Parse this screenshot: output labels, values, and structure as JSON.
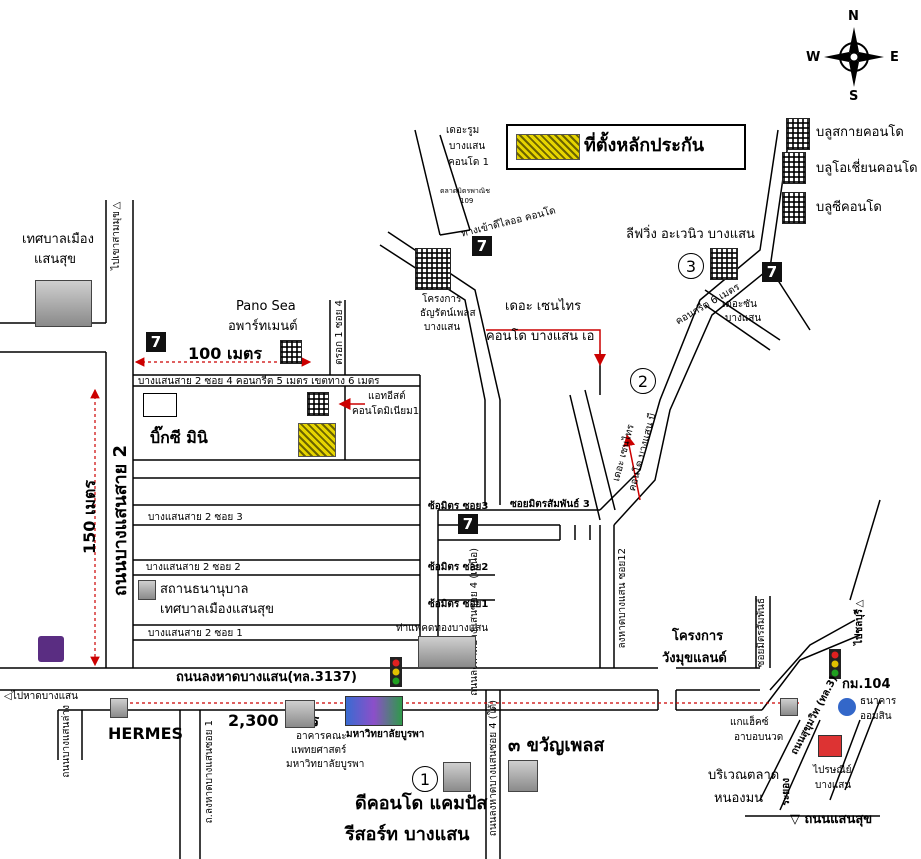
{
  "compass": {
    "n": "N",
    "s": "S",
    "e": "E",
    "w": "W"
  },
  "legend": {
    "text": "ที่ตั้งหลักประกัน",
    "hatch_color": "#e6d400"
  },
  "colors": {
    "road": "#000000",
    "arrow": "#cc0000",
    "hatch": "#e6d400",
    "seven_eleven": "#111111",
    "thai_bank": "#5a2d82"
  },
  "icons": [
    "compass-icon",
    "building-icon",
    "tower-icon",
    "factory-icon",
    "seven-eleven-icon",
    "traffic-light-icon",
    "bank-icon",
    "hatched-plot-icon"
  ],
  "labels": {
    "municipality": "เทศบาลเมือง",
    "saensuk": "แสนสุข",
    "to_khao_sam_muk": "ไปเขาสามมุข▷",
    "pano_sea": "Pano Sea",
    "apartment": "อพาร์ทเมนต์",
    "dist_100": "100 เมตร",
    "soi1_4": "ตรอก 1 ซอย 4",
    "bangsaen2_soi4": "บางแสนสาย 2 ซอย 4  คอนกรีต 5 เมตร เขตทาง 6 เมตร",
    "big_c_mini": "บิ๊กซี มินิ",
    "art_east": "แอทอีสต์",
    "condo_premier": "คอนโดมิเนียม1",
    "dist_150": "150 เมตร",
    "road_bangsaen2": "ถนนบางแสนสาย 2",
    "soi3": "บางแสนสาย 2 ซอย 3",
    "soi2": "บางแสนสาย 2 ซอย 2",
    "soi1": "บางแสนสาย 2 ซอย 1",
    "kindergarten": "สถานธนานุบาล",
    "kindergarten2": "เทศบาลเมืองแสนสุข",
    "long_had_road": "ถนนลงหาดบางแสน(ทล.3137)",
    "to_bangsaen_beach": "◁ไปหาดบางแสน",
    "hermes": "HERMES",
    "bangsaen_line_road": "ถนนบางแสนล่าง",
    "dist_2300": "2,300 เมตร",
    "medical_faculty": "อาคารคณะ",
    "medical_faculty2": "แพทยศาสตร์",
    "medical_faculty3": "มหาวิทยาลัยบูรพา",
    "burapha_univ": "มหาวิทยาลัยบูรพา",
    "long_had_soi1": "ถ.ลงหาดบางแสนซอย 1",
    "d_condo": "ดีคอนโด แคมปัส",
    "resort": "รีสอร์ท บางแสน",
    "long_had_soi4": "ถนนลงหาดบางแสนซอย 4 (ใต้)",
    "kwan_place": "๓ ขวัญเพลส",
    "the_rom": "เดอะรูม",
    "the_rom2": "บางแสน",
    "the_rom3": "คอนโด 1",
    "mini_box": "ตลาดมิตรพาณิช",
    "mini_box2": "109",
    "to_the_rom": "ทางเข้าดีไลออ คอนโด",
    "project_chanya": "โครงการ",
    "project_chanya2": "ธัญรัตน์เพลส",
    "project_chanya3": "บางแสน",
    "the_zenith": "เดอะ เซนไทร",
    "condo_bangsaen": "คอนโด บางแสน เอ",
    "lifeplus": "ลีฟวิ่ง อะเวนิว บางแสน",
    "blue_sky": "บลูสกายคอนโด",
    "blue_ocean": "บลูโอเชี่ยนคอนโด",
    "blue_sea": "บลูซีคอนโด",
    "concrete6": "คอนกรีต 6 เมตร",
    "the_sun": "เดอะซัน",
    "the_sun2": "บางแสน",
    "the_zenith_rot": "เดอะ เซนไทร",
    "the_zenith_rot2": "คอนโด บางแสน บี",
    "chumit1": "ซ้อมิตร ซอย3",
    "chumit_road": "ซอยมิตรสัมพันธ์ 3",
    "chumit2": "ซ้อมิตร ซอย2",
    "chumit3": "ซ้อมิตร ซอย1",
    "long_had_soi4_n": "ถนนลงหาดบางแสนซอย 4 (เหนือ)",
    "long_had_soi12": "ลงหาดบางแสน ซอย12",
    "ta_pang": "ท่าแพคดทองบางแสน",
    "project_wangmuk": "โครงการ",
    "project_wangmuk2": "วังมุขแลนด์",
    "mitsamphan": "ซอยมิตรสัมพันธ์",
    "to_chonburi": "ไปชลบุรี▷",
    "km104": "กม.104",
    "gsb": "ธนาคาร",
    "gsb2": "ออมสิน",
    "fresh_mart": "แกแฮ็คซ์",
    "fresh_mart2": "อาบอบนวด",
    "sukhumvit": "ถนนสุขุมวิท (ทล.3)",
    "market": "บริเวณตลาด",
    "market2": "หนองมน",
    "post": "ไปรษณีย์",
    "post2": "บางแสน",
    "to_rayong": "ระยอง",
    "saensuk_road": "▽ ถนนแสนสุข",
    "n1": "1",
    "n2": "2",
    "n3": "3",
    "seven": "7"
  }
}
